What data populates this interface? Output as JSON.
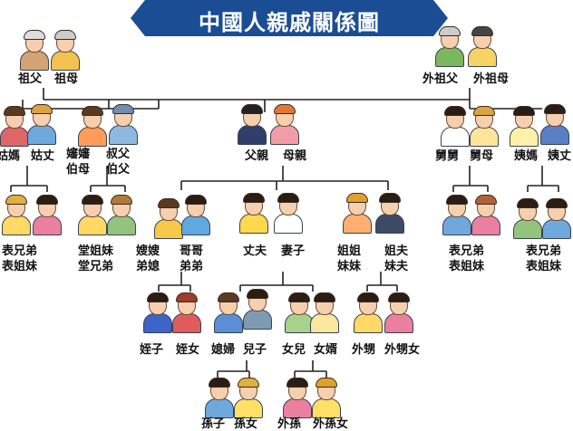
{
  "title": "中國人親戚關係圖",
  "colors": {
    "banner": "#1a4d94",
    "line": "#222222"
  },
  "labels": {
    "grandfather": "祖父",
    "grandmother": "祖母",
    "maternal_grandfather": "外祖父",
    "maternal_grandmother": "外祖母",
    "aunt_paternal": "姑媽",
    "aunt_husband": "姑丈",
    "uncle_wife": "嬸嬸",
    "elder_uncle_wife": "伯母",
    "younger_uncle": "叔父",
    "elder_uncle": "伯父",
    "father": "父親",
    "mother": "母親",
    "maternal_uncle": "舅舅",
    "maternal_uncle_wife": "舅母",
    "maternal_aunt": "姨媽",
    "maternal_aunt_husband": "姨丈",
    "cousin_m_paternal": "表兄弟",
    "cousin_f_paternal": "表姐妹",
    "tang_sister": "堂姐妹",
    "tang_brother": "堂兄弟",
    "sister_in_law_elder": "嫂嫂",
    "sister_in_law_younger": "弟媳",
    "elder_brother": "哥哥",
    "younger_brother": "弟弟",
    "husband": "丈夫",
    "wife": "妻子",
    "elder_sister": "姐姐",
    "younger_sister": "妹妹",
    "elder_sister_husband": "姐夫",
    "younger_sister_husband": "妹夫",
    "cousin_m_maternal_1": "表兄弟",
    "cousin_f_maternal_1": "表姐妹",
    "cousin_m_maternal_2": "表兄弟",
    "cousin_f_maternal_2": "表姐妹",
    "nephew": "姪子",
    "niece": "姪女",
    "daughter_in_law": "媳婦",
    "son": "兒子",
    "daughter": "女兒",
    "son_in_law": "女婿",
    "sister_son": "外甥",
    "sister_daughter": "外甥女",
    "grandson": "孫子",
    "granddaughter": "孫女",
    "daughter_grandson": "外孫",
    "daughter_granddaughter": "外孫女"
  },
  "clothes": {
    "grandpa": "#d4a373",
    "grandma": "#f2c14e",
    "mgrandpa": "#7bb661",
    "mgrandma": "#f6d365",
    "aunt": "#e06666",
    "aunt_h": "#6fa8dc",
    "uncle_w": "#ff9c5a",
    "uncle": "#8fb8de",
    "father": "#2f3e6b",
    "mother": "#f29ca8",
    "m_uncle": "#ffffff",
    "m_uncle_w": "#ffe599",
    "m_aunt": "#fff2a8",
    "m_aunt_h": "#5b7fc7",
    "kid_blue": "#6fa8dc",
    "kid_pink": "#ea7fa0",
    "kid_yellow": "#ffd966",
    "kid_green": "#93c47d",
    "brother": "#f7c948",
    "brother2": "#5fa8e0",
    "husband": "#ffd84d",
    "wife": "#ffffff",
    "sister": "#ffb070",
    "sister_h": "#3d4a66",
    "nephew": "#3f64c8",
    "niece": "#e05c5c",
    "son_w": "#5a8fd6",
    "son": "#7f9bb3",
    "daughter": "#a7d28d",
    "daughter_h": "#f9e79f",
    "gson": "#6fa8dc",
    "gdaughter": "#ffe066"
  }
}
